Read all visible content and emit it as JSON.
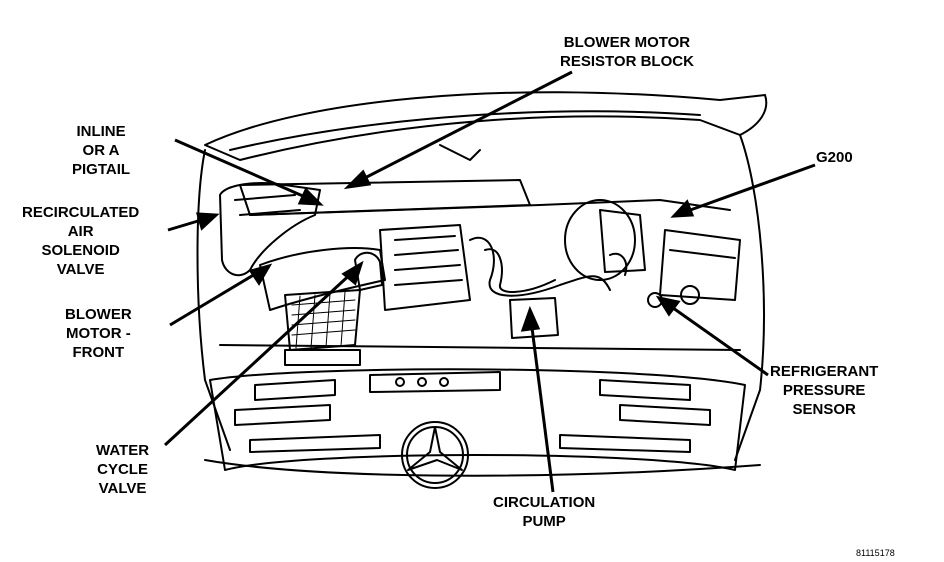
{
  "labels": {
    "blower_resistor": [
      "BLOWER MOTOR",
      "RESISTOR BLOCK"
    ],
    "inline_pigtail": [
      "INLINE",
      "OR A",
      "PIGTAIL"
    ],
    "recirc_solenoid": [
      "RECIRCULATED",
      "AIR",
      "SOLENOID",
      "VALVE"
    ],
    "blower_front": [
      "BLOWER",
      "MOTOR -",
      "FRONT"
    ],
    "water_valve": [
      "WATER",
      "CYCLE",
      "VALVE"
    ],
    "g200": [
      "G200"
    ],
    "refrig_sensor": [
      "REFRIGERANT",
      "PRESSURE",
      "SENSOR"
    ],
    "circ_pump": [
      "CIRCULATION",
      "PUMP"
    ]
  },
  "figure_id": "81115178"
}
